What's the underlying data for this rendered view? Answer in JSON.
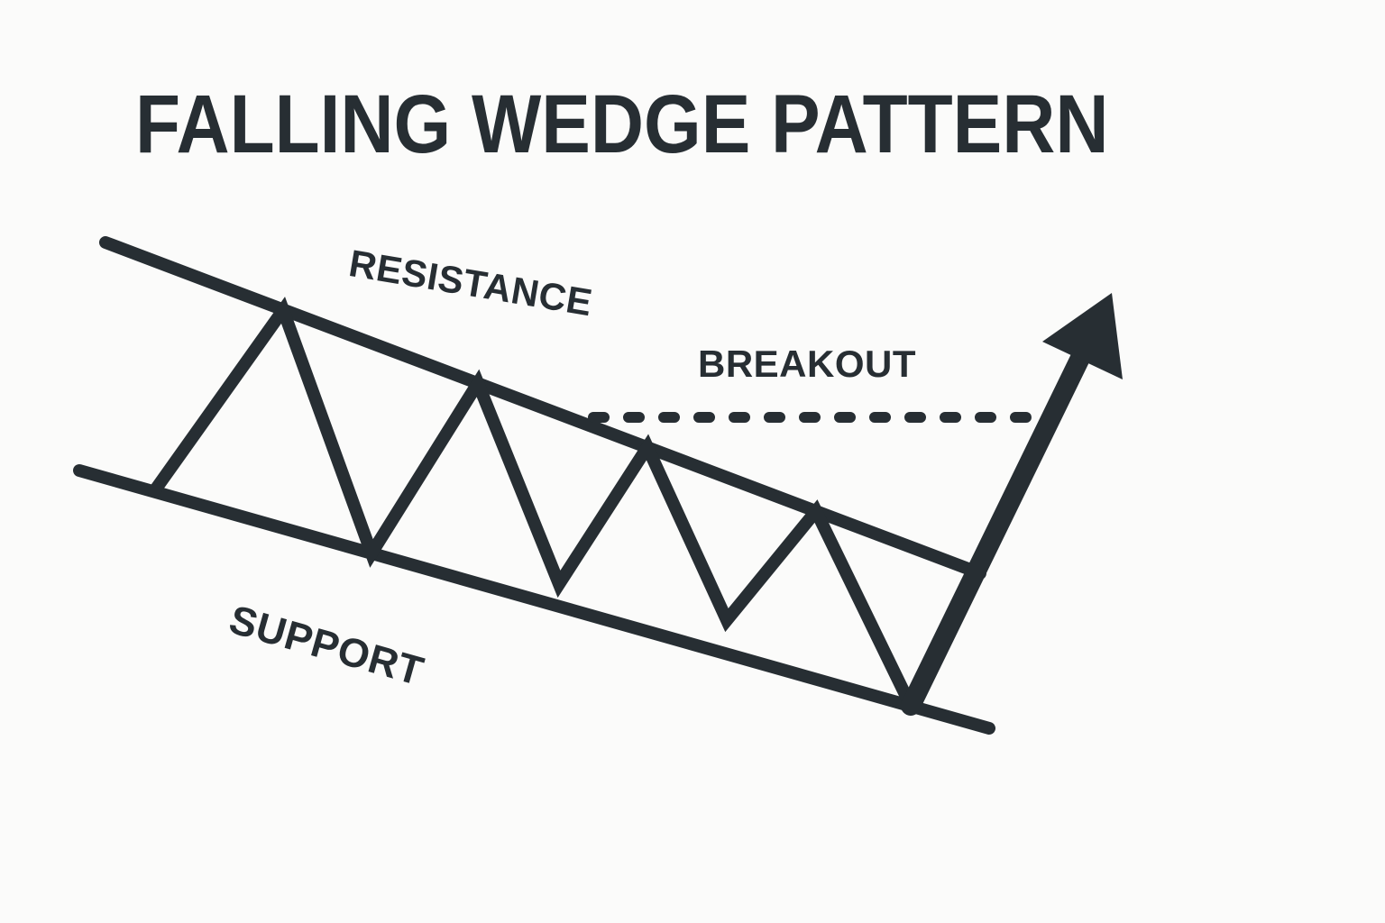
{
  "title": "FALLING WEDGE PATTERN",
  "labels": {
    "resistance": "RESISTANCE",
    "breakout": "BREAKOUT",
    "support": "SUPPORT"
  },
  "colors": {
    "ink": "#272e33",
    "background": "#fbfbfa"
  },
  "icons": {
    "breakout_arrow": "up-right-arrow"
  }
}
